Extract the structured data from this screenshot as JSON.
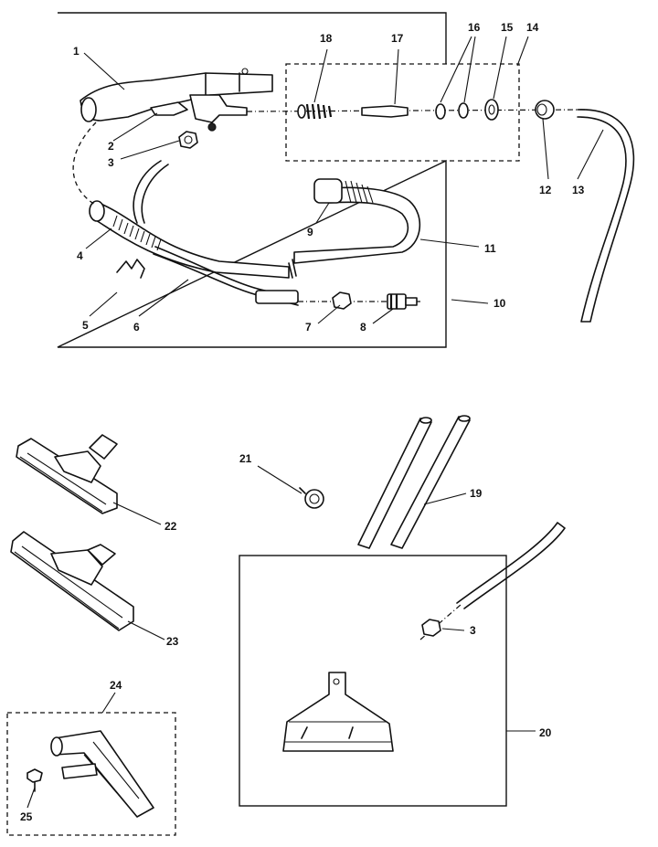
{
  "callouts": {
    "c1": "1",
    "c2": "2",
    "c3a": "3",
    "c3b": "3",
    "c4": "4",
    "c5": "5",
    "c6": "6",
    "c7": "7",
    "c8": "8",
    "c9": "9",
    "c10": "10",
    "c11": "11",
    "c12": "12",
    "c13": "13",
    "c14": "14",
    "c15": "15",
    "c16": "16",
    "c17": "17",
    "c18": "18",
    "c19": "19",
    "c20": "20",
    "c21": "21",
    "c22": "22",
    "c23": "23",
    "c24": "24",
    "c25": "25"
  },
  "colors": {
    "ink": "#111111",
    "paper": "#ffffff"
  }
}
